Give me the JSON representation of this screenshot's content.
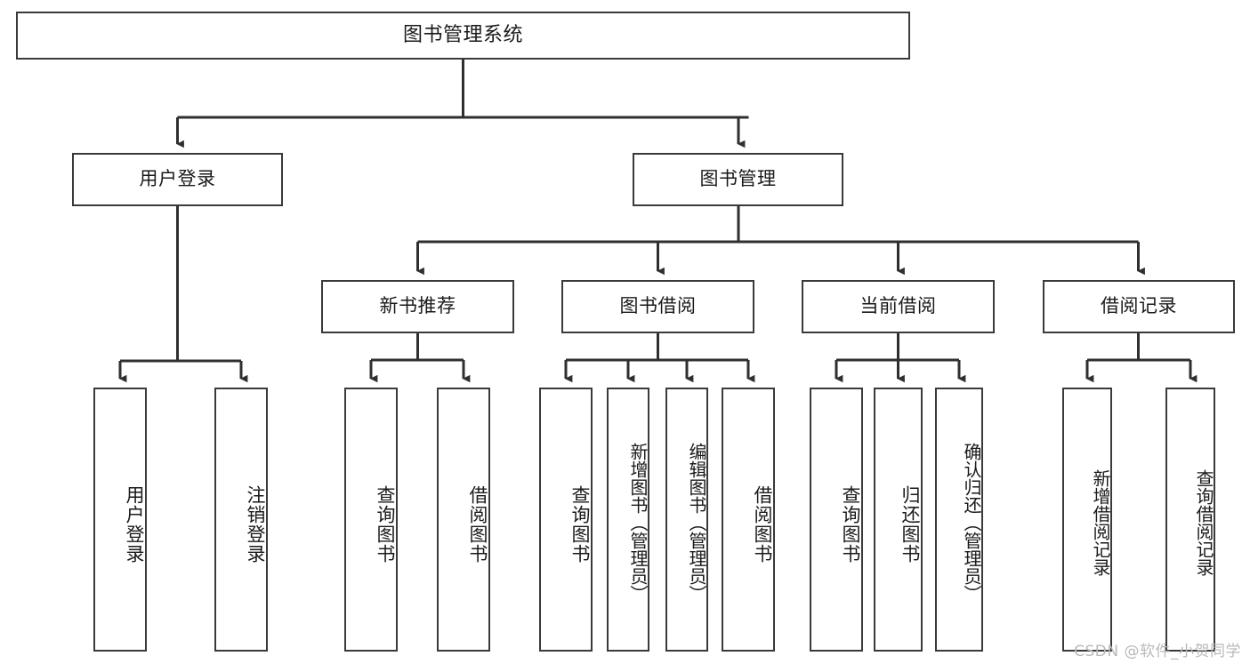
{
  "diagram": {
    "title": "图书管理系统",
    "type": "功能结构图",
    "root": {
      "label": "图书管理系统"
    },
    "level2": [
      {
        "label": "用户登录"
      },
      {
        "label": "图书管理"
      }
    ],
    "level3": [
      {
        "label": "新书推荐"
      },
      {
        "label": "图书借阅"
      },
      {
        "label": "当前借阅"
      },
      {
        "label": "借阅记录"
      }
    ],
    "leaves": {
      "user_login": [
        {
          "label": "用户登录"
        },
        {
          "label": "注销登录"
        }
      ],
      "new_book_recommend": [
        {
          "label": "查询图书"
        },
        {
          "label": "借阅图书"
        }
      ],
      "book_borrow": [
        {
          "label": "查询图书"
        },
        {
          "label": "新增图书（管理员）"
        },
        {
          "label": "编辑图书（管理员）"
        },
        {
          "label": "借阅图书"
        }
      ],
      "current_borrow": [
        {
          "label": "查询图书"
        },
        {
          "label": "归还图书"
        },
        {
          "label": "确认归还（管理员）"
        }
      ],
      "borrow_record": [
        {
          "label": "新增借阅记录"
        },
        {
          "label": "查询借阅记录"
        }
      ]
    },
    "watermark": "CSDN @软件_小贺同学",
    "colors": {
      "border": "#3a3a3a",
      "text": "#1a1a1a",
      "background": "#ffffff",
      "watermark": "#b9b9b9"
    }
  }
}
